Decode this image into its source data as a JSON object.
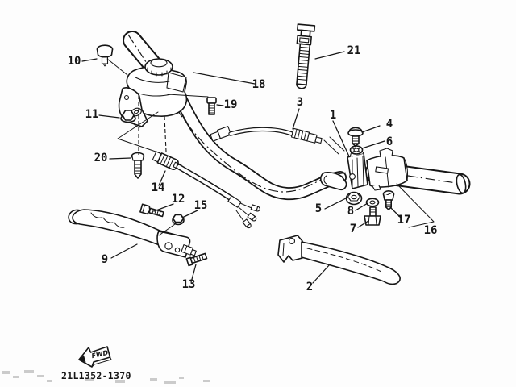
{
  "diagram": {
    "type": "exploded-parts-diagram",
    "subject": "handlebar switch and lever assembly",
    "ink_color": "#161616",
    "background_color": "#fdfdfd",
    "part_code": "21L1352-1370",
    "fwd_arrow": {
      "label": "FWD",
      "icon": "fwd-arrow-icon"
    },
    "callouts": {
      "c1": "1",
      "c2": "2",
      "c3": "3",
      "c4": "4",
      "c5": "5",
      "c6": "6",
      "c7": "7",
      "c8": "8",
      "c9": "9",
      "c10": "10",
      "c11": "11",
      "c12": "12",
      "c13": "13",
      "c14": "14",
      "c15": "15",
      "c16": "16",
      "c17": "17",
      "c18": "18",
      "c19": "19",
      "c20": "20",
      "c21": "21"
    }
  }
}
